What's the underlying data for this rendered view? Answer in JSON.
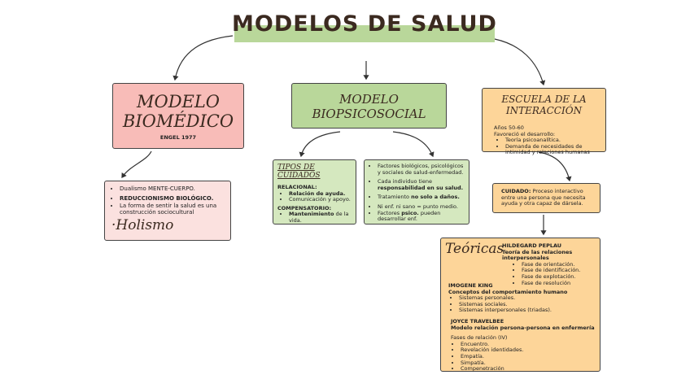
{
  "title": "MODELOS DE SALUD",
  "biomedico": {
    "title_line1": "MODELO",
    "title_line2": "BIOMÉDICO",
    "subtitle": "ENGEL 1977",
    "items": [
      {
        "bold": "",
        "text": "Dualismo MENTE-CUERPO."
      },
      {
        "bold": "REDUCCIONISMO BIOLÓGICO.",
        "text": ""
      },
      {
        "bold": "",
        "text": "La forma de sentir la salud es una construcción sociocultural"
      }
    ],
    "holismo": "·Holismo"
  },
  "biopsicosocial": {
    "title_line1": "MODELO",
    "title_line2": "BIOPSICOSOCIAL"
  },
  "cuidados": {
    "title": "TIPOS DE CUIDADOS",
    "relacional_label": "RELACIONAL:",
    "relacional_items": [
      {
        "pre": "",
        "bold": "Relación de ayuda.",
        "post": ""
      },
      {
        "pre": "",
        "bold": "",
        "post": "Comunicación y apoyo."
      }
    ],
    "compensatorio_label": "COMPENSATORIO:",
    "compensatorio_items": [
      {
        "pre": "",
        "bold": "Mantenimiento",
        "post": " de la vida."
      }
    ]
  },
  "factores": {
    "items": [
      {
        "pre": "Factores biológicos, psicológicos y sociales de salud-enfermedad.",
        "bold": "",
        "post": ""
      },
      {
        "pre": "Cada individuo tiene ",
        "bold": "responsabilidad en su salud.",
        "post": ""
      },
      {
        "pre": "Tratamiento ",
        "bold": "no solo a daños.",
        "post": ""
      },
      {
        "pre": "Ni enf. ni sano = punto medio.",
        "bold": "",
        "post": ""
      },
      {
        "pre": "Factores ",
        "bold": "psico.",
        "post": " pueden desarrollar enf."
      }
    ]
  },
  "escuela": {
    "title_line1": "ESCUELA DE LA",
    "title_line2": "INTERACCIÓN",
    "years": "Años 50-60",
    "favored": "Favoreció el desarrollo:",
    "items": [
      "Teoría psicoanalítica.",
      "Demanda de necesidades de intimidad y relaciones humanas"
    ]
  },
  "cuidado": {
    "label": "CUIDADO:",
    "text": " Proceso interactivo entre una persona que necesita ayuda y otra capaz de dársela."
  },
  "teoricas": {
    "title": "Teóricas",
    "peplau": {
      "name": "HILDEGARD PEPLAU",
      "theory": "Teoría de las relaciones interpersonales",
      "items": [
        "Fase de orientación.",
        "Fase de identificación.",
        "Fase de explotación.",
        "Fase de resolución"
      ]
    },
    "king": {
      "name": "IMOGENE KING",
      "theory": "Conceptos del comportamiento humano",
      "items": [
        "Sistemas personales.",
        "Sistemas sociales.",
        "Sistemas interpersonales (triadas)."
      ]
    },
    "travelbee": {
      "name": "JOYCE TRAVELBEE",
      "theory": "Modelo relación persona-persona en enfermería",
      "phases_label": "Fases de relación (IV)",
      "items": [
        "Encuentro.",
        "Revelación identidades.",
        "Empatía.",
        "Simpatía.",
        "Compenetración"
      ]
    }
  },
  "colors": {
    "pink": "#f8bcb8",
    "green": "#b9d79a",
    "orange": "#fdd599",
    "light_pink": "#fbe1df",
    "light_green": "#d5e8bf"
  }
}
